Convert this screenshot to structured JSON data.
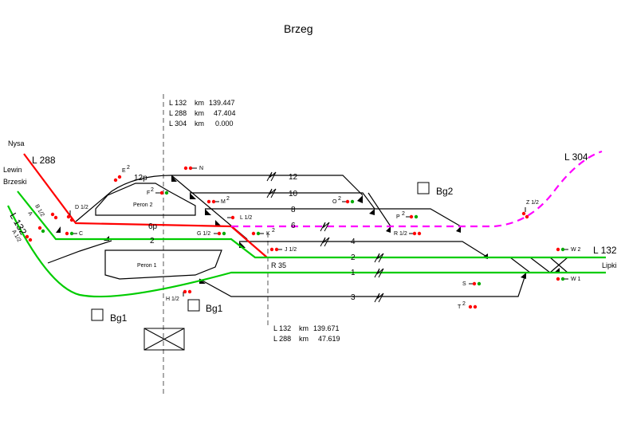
{
  "title": "Brzeg",
  "colors": {
    "line_288": "#ff0000",
    "line_132": "#00cc00",
    "line_304": "#ff00ff",
    "station_tracks": "#000000",
    "signal_red": "#ff0000",
    "signal_green": "#00aa00"
  },
  "lines": {
    "l288": "L 288",
    "l132_west": "L 132",
    "l132_east": "L 132",
    "l304": "L 304"
  },
  "destinations": {
    "nysa": "Nysa",
    "lewin": "Lewin",
    "brzeski": "Brzeski",
    "lipki": "Lipki"
  },
  "km_markers": {
    "west": [
      {
        "line": "L 132",
        "unit": "km",
        "value": "139.447"
      },
      {
        "line": "L 288",
        "unit": "km",
        "value": "47.404"
      },
      {
        "line": "L 304",
        "unit": "km",
        "value": "0.000"
      }
    ],
    "east": [
      {
        "line": "L 132",
        "unit": "km",
        "value": "139.671"
      },
      {
        "line": "L 288",
        "unit": "km",
        "value": "47.619"
      }
    ]
  },
  "tracks": {
    "t12": "12",
    "t12p": "12p",
    "t10": "10",
    "t8": "8",
    "t6": "6",
    "t6p": "6p",
    "t4": "4",
    "t2a": "2",
    "t2b": "2",
    "t1": "1",
    "t3": "3"
  },
  "platforms": {
    "peron1": "Peron 1",
    "peron2": "Peron 2"
  },
  "boxes": {
    "bg1_left": "Bg1",
    "bg1_center": "Bg1",
    "bg2": "Bg2"
  },
  "signals": {
    "E": "E",
    "N": "N",
    "F": "F",
    "M": "M",
    "L12": "L 1/2",
    "D12": "D 1/2",
    "B12": "B 1/2",
    "A2": "A",
    "A12": "A 1/2",
    "C": "C",
    "G12": "G 1/2",
    "K": "K",
    "J12": "J 1/2",
    "O": "O",
    "P": "P",
    "R12": "R 1/2",
    "Z12": "Z 1/2",
    "W2": "W 2",
    "W1": "W 1",
    "S": "S",
    "T": "T",
    "H12": "H 1/2",
    "R35": "R 35",
    "sup2": "2"
  }
}
